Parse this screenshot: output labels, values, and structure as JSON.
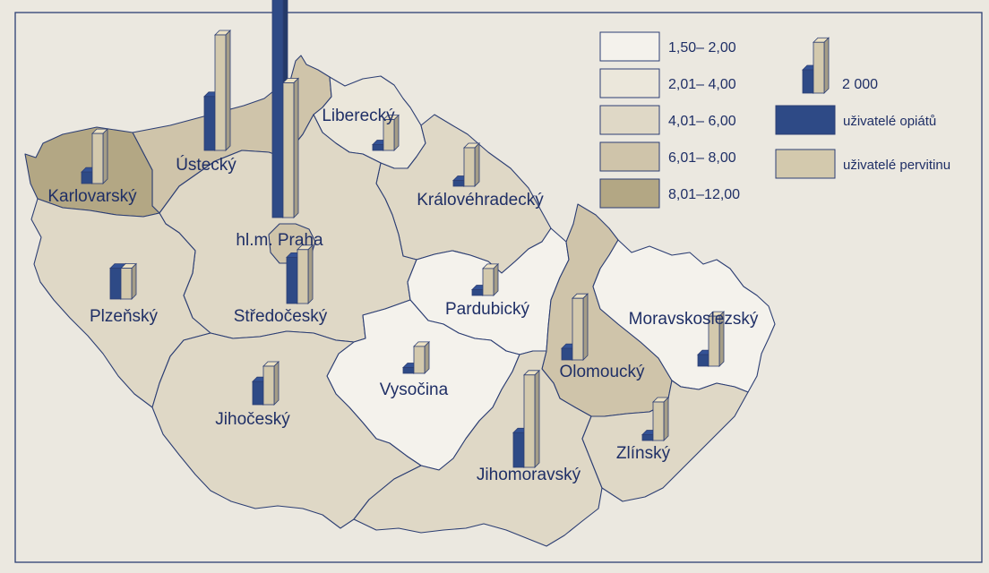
{
  "colors": {
    "background": "#ebe8e0",
    "class_1": "#f4f2ec",
    "class_2": "#ebe7db",
    "class_3": "#dfd8c6",
    "class_4": "#cfc4aa",
    "class_5": "#b3a784",
    "opiate_bar": "#2e4a86",
    "pervitin_bar": "#d3c9ad",
    "outline": "#2c3e73"
  },
  "legend": {
    "classes": [
      {
        "label": "1,50– 2,00",
        "color": "#f4f2ec"
      },
      {
        "label": "2,01– 4,00",
        "color": "#ebe7db"
      },
      {
        "label": "4,01– 6,00",
        "color": "#dfd8c6"
      },
      {
        "label": "6,01– 8,00",
        "color": "#cfc4aa"
      },
      {
        "label": "8,01–12,00",
        "color": "#b3a784"
      }
    ],
    "scale_label": "2 000",
    "scale_value": 2000,
    "series": [
      {
        "label": "uživatelé opiátů",
        "color": "#2e4a86"
      },
      {
        "label": "uživatelé pervitinu",
        "color": "#d3c9ad"
      }
    ]
  },
  "regions": [
    {
      "id": "karlovarsky",
      "name": "Karlovarský",
      "class": 5,
      "opiates": 300,
      "pervitin": 1300
    },
    {
      "id": "ustecky",
      "name": "Ústecký",
      "class": 4,
      "opiates": 1400,
      "pervitin": 3000
    },
    {
      "id": "liberecky",
      "name": "Liberecký",
      "class": 2,
      "opiates": 150,
      "pervitin": 800
    },
    {
      "id": "kralovehradecky",
      "name": "Královéhradecký",
      "class": 3,
      "opiates": 150,
      "pervitin": 1000
    },
    {
      "id": "praha",
      "name": "hl.m. Praha",
      "class": 4,
      "opiates": 5800,
      "pervitin": 3500
    },
    {
      "id": "stredocesky",
      "name": "Středočeský",
      "class": 3,
      "opiates": 1200,
      "pervitin": 1400
    },
    {
      "id": "plzensky",
      "name": "Plzeňský",
      "class": 3,
      "opiates": 800,
      "pervitin": 800
    },
    {
      "id": "pardubicky",
      "name": "Pardubický",
      "class": 1,
      "opiates": 150,
      "pervitin": 700
    },
    {
      "id": "vysocina",
      "name": "Vysočina",
      "class": 1,
      "opiates": 150,
      "pervitin": 700
    },
    {
      "id": "jihocesky",
      "name": "Jihočeský",
      "class": 3,
      "opiates": 600,
      "pervitin": 1000
    },
    {
      "id": "olomoucky",
      "name": "Olomoucký",
      "class": 4,
      "opiates": 300,
      "pervitin": 1600
    },
    {
      "id": "moravskoslezsky",
      "name": "Moravskoslezský",
      "class": 1,
      "opiates": 300,
      "pervitin": 1300
    },
    {
      "id": "jihomoravsky",
      "name": "Jihomoravský",
      "class": 3,
      "opiates": 900,
      "pervitin": 2400
    },
    {
      "id": "zlinsky",
      "name": "Zlínský",
      "class": 3,
      "opiates": 150,
      "pervitin": 1000
    }
  ]
}
